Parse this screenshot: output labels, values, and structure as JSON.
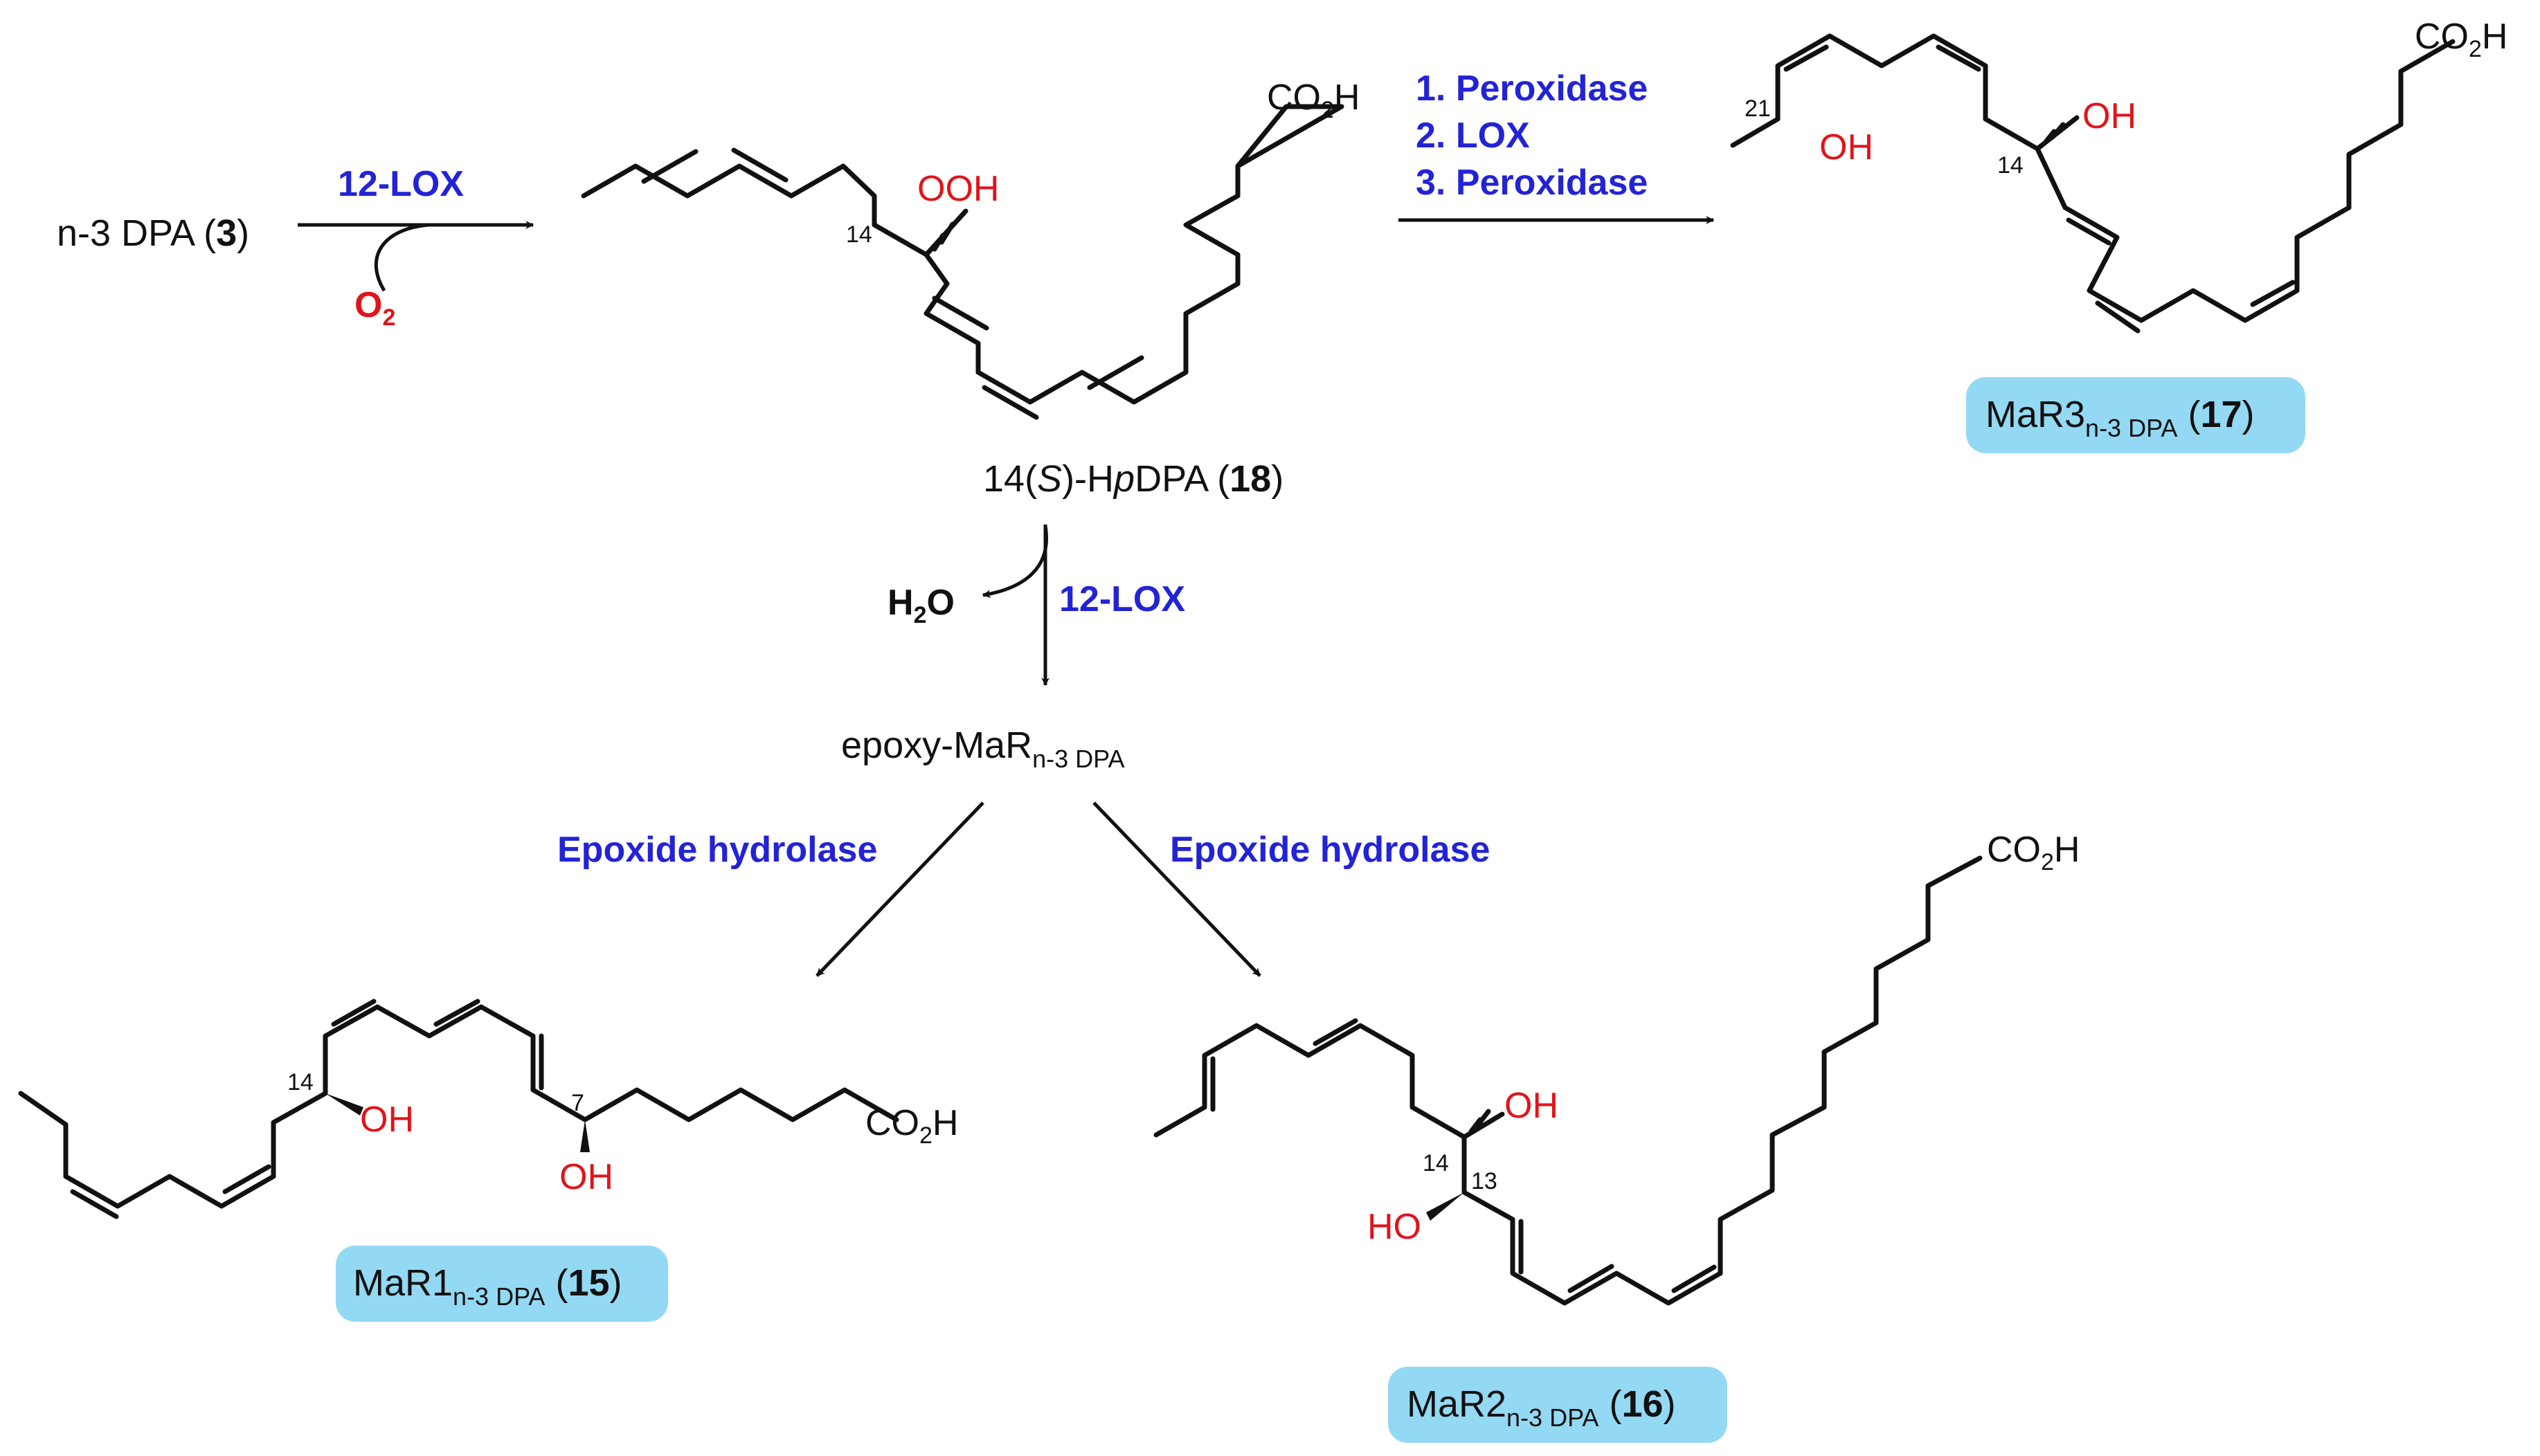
{
  "compounds": {
    "ndpa": {
      "name": "n-3 DPA",
      "number": "3"
    },
    "hpdpa": {
      "locant_pre": "14(",
      "locant_stereo": "S",
      "locant_post": ")-H",
      "p": "p",
      "suffix": "DPA",
      "number": "18"
    },
    "epoxy": {
      "name": "epoxy-MaR",
      "sub": "n-3 DPA"
    },
    "mar1": {
      "name": "MaR1",
      "sub": "n-3 DPA",
      "number": "15"
    },
    "mar2": {
      "name": "MaR2",
      "sub": "n-3 DPA",
      "number": "16"
    },
    "mar3": {
      "name": "MaR3",
      "sub": "n-3 DPA",
      "number": "17"
    }
  },
  "reagents": {
    "lox12_top": "12-LOX",
    "o2_main": "O",
    "o2_sub": "2",
    "h2o_h": "H",
    "h2o_sub": "2",
    "h2o_o": "O",
    "lox12_mid": "12-LOX",
    "step1": "1. Peroxidase",
    "step2": "2. LOX",
    "step3": "3. Peroxidase",
    "eh_left": "Epoxide hydrolase",
    "eh_right": "Epoxide hydrolase"
  },
  "atom_labels": {
    "co2h_main": "CO",
    "co2h_sub": "2",
    "co2h_h": "H",
    "ooh": "OOH",
    "oh": "OH",
    "ho": "HO",
    "c14": "14",
    "c13": "13",
    "c7": "7",
    "c21": "21"
  },
  "colors": {
    "enzyme": "#2323d6",
    "heteroatom": "#e0141b",
    "label_box": "#93d9f3",
    "ink": "#111111"
  }
}
